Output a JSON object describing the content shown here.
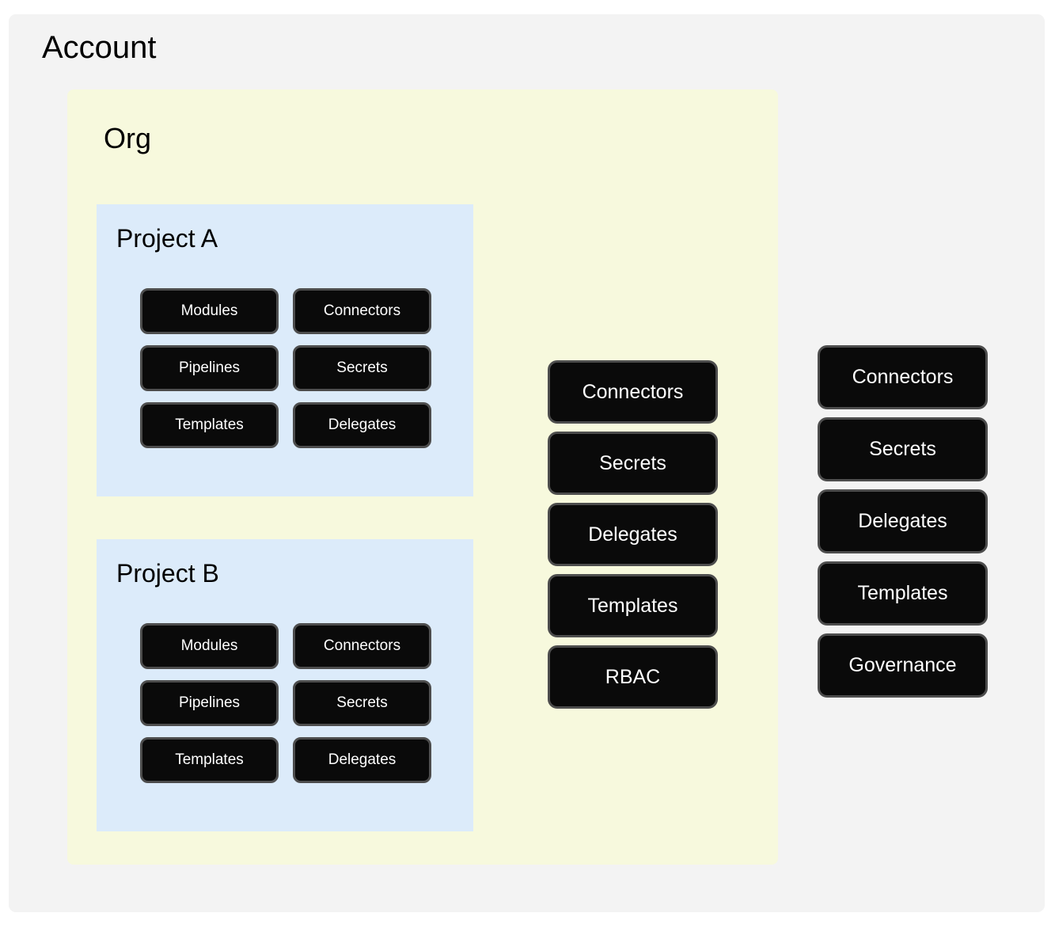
{
  "diagram": {
    "type": "nested-scope-hierarchy",
    "colors": {
      "page_background": "#ffffff",
      "account_scope": "#f3f3f3",
      "org_scope": "#f7f9dd",
      "project_scope": "#dcebfa",
      "chip_fill": "#0a0a0a",
      "chip_border": "#4d4d4d",
      "chip_text": "#ffffff",
      "title_text": "#000000"
    }
  },
  "account": {
    "title": "Account",
    "resources": [
      {
        "label": "Connectors"
      },
      {
        "label": "Secrets"
      },
      {
        "label": "Delegates"
      },
      {
        "label": "Templates"
      },
      {
        "label": "Governance"
      }
    ]
  },
  "org": {
    "title": "Org",
    "resources": [
      {
        "label": "Connectors"
      },
      {
        "label": "Secrets"
      },
      {
        "label": "Delegates"
      },
      {
        "label": "Templates"
      },
      {
        "label": "RBAC"
      }
    ]
  },
  "projects": [
    {
      "title": "Project A",
      "resources": [
        {
          "label": "Modules"
        },
        {
          "label": "Connectors"
        },
        {
          "label": "Pipelines"
        },
        {
          "label": "Secrets"
        },
        {
          "label": "Templates"
        },
        {
          "label": "Delegates"
        }
      ]
    },
    {
      "title": "Project B",
      "resources": [
        {
          "label": "Modules"
        },
        {
          "label": "Connectors"
        },
        {
          "label": "Pipelines"
        },
        {
          "label": "Secrets"
        },
        {
          "label": "Templates"
        },
        {
          "label": "Delegates"
        }
      ]
    }
  ]
}
